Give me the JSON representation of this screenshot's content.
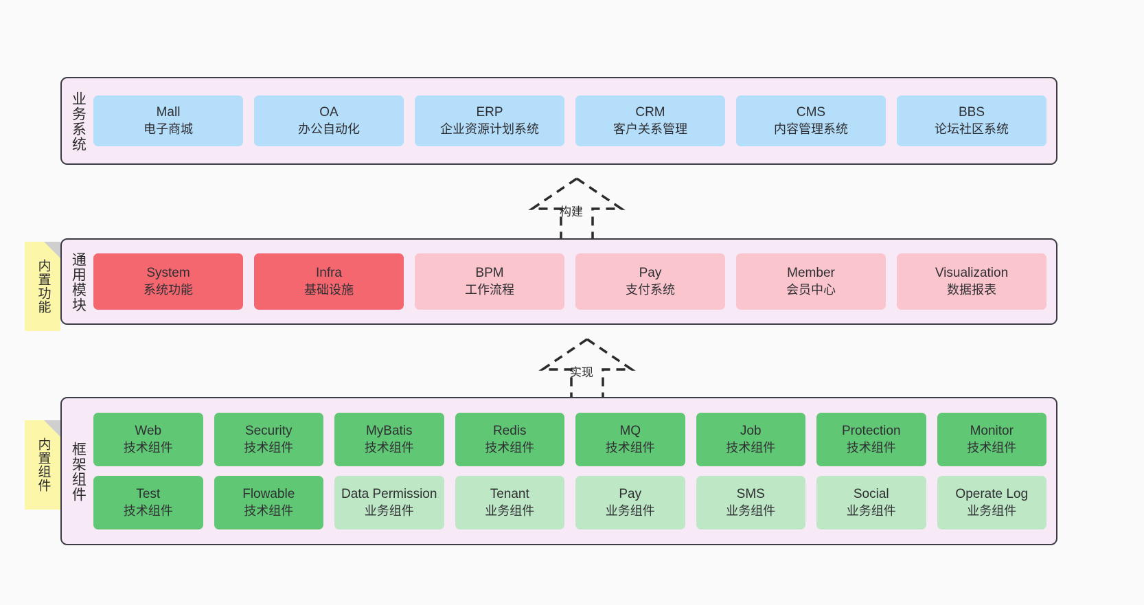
{
  "diagram": {
    "background_color": "#fafafa",
    "panel_color": "#f7eaf6",
    "panel_border_color": "#3c3c44",
    "note_color": "#fcf7a8"
  },
  "layers": [
    {
      "id": "business",
      "title": "业务系统",
      "rows": [
        {
          "cards": [
            {
              "en": "Mall",
              "cn": "电子商城",
              "color": "#b5defa",
              "tone": "blue"
            },
            {
              "en": "OA",
              "cn": "办公自动化",
              "color": "#b5defa",
              "tone": "blue"
            },
            {
              "en": "ERP",
              "cn": "企业资源计划系统",
              "color": "#b5defa",
              "tone": "blue"
            },
            {
              "en": "CRM",
              "cn": "客户关系管理",
              "color": "#b5defa",
              "tone": "blue"
            },
            {
              "en": "CMS",
              "cn": "内容管理系统",
              "color": "#b5defa",
              "tone": "blue"
            },
            {
              "en": "BBS",
              "cn": "论坛社区系统",
              "color": "#b5defa",
              "tone": "blue"
            }
          ]
        }
      ]
    },
    {
      "id": "modules",
      "title": "通用模块",
      "note": "内置功能",
      "rows": [
        {
          "cards": [
            {
              "en": "System",
              "cn": "系统功能",
              "color": "#f4676f",
              "tone": "red"
            },
            {
              "en": "Infra",
              "cn": "基础设施",
              "color": "#f4676f",
              "tone": "red"
            },
            {
              "en": "BPM",
              "cn": "工作流程",
              "color": "#fac5cd",
              "tone": "pink"
            },
            {
              "en": "Pay",
              "cn": "支付系统",
              "color": "#fac5cd",
              "tone": "pink"
            },
            {
              "en": "Member",
              "cn": "会员中心",
              "color": "#fac5cd",
              "tone": "pink"
            },
            {
              "en": "Visualization",
              "cn": "数据报表",
              "color": "#fac5cd",
              "tone": "pink"
            }
          ]
        }
      ]
    },
    {
      "id": "framework",
      "title": "框架组件",
      "note": "内置组件",
      "rows": [
        {
          "cards": [
            {
              "en": "Web",
              "cn": "技术组件",
              "color": "#60c775",
              "tone": "green"
            },
            {
              "en": "Security",
              "cn": "技术组件",
              "color": "#60c775",
              "tone": "green"
            },
            {
              "en": "MyBatis",
              "cn": "技术组件",
              "color": "#60c775",
              "tone": "green"
            },
            {
              "en": "Redis",
              "cn": "技术组件",
              "color": "#60c775",
              "tone": "green"
            },
            {
              "en": "MQ",
              "cn": "技术组件",
              "color": "#60c775",
              "tone": "green"
            },
            {
              "en": "Job",
              "cn": "技术组件",
              "color": "#60c775",
              "tone": "green"
            },
            {
              "en": "Protection",
              "cn": "技术组件",
              "color": "#60c775",
              "tone": "green"
            },
            {
              "en": "Monitor",
              "cn": "技术组件",
              "color": "#60c775",
              "tone": "green"
            }
          ]
        },
        {
          "cards": [
            {
              "en": "Test",
              "cn": "技术组件",
              "color": "#60c775",
              "tone": "green"
            },
            {
              "en": "Flowable",
              "cn": "技术组件",
              "color": "#60c775",
              "tone": "green"
            },
            {
              "en": "Data Permission",
              "cn": "业务组件",
              "color": "#bee7c6",
              "tone": "lightgreen"
            },
            {
              "en": "Tenant",
              "cn": "业务组件",
              "color": "#bee7c6",
              "tone": "lightgreen"
            },
            {
              "en": "Pay",
              "cn": "业务组件",
              "color": "#bee7c6",
              "tone": "lightgreen"
            },
            {
              "en": "SMS",
              "cn": "业务组件",
              "color": "#bee7c6",
              "tone": "lightgreen"
            },
            {
              "en": "Social",
              "cn": "业务组件",
              "color": "#bee7c6",
              "tone": "lightgreen"
            },
            {
              "en": "Operate Log",
              "cn": "业务组件",
              "color": "#bee7c6",
              "tone": "lightgreen"
            }
          ]
        }
      ]
    }
  ],
  "connectors": [
    {
      "id": "build",
      "label": "构建",
      "style": "dashed-hollow-arrow-up"
    },
    {
      "id": "impl",
      "label": "实现",
      "style": "dashed-hollow-arrow-up"
    }
  ]
}
